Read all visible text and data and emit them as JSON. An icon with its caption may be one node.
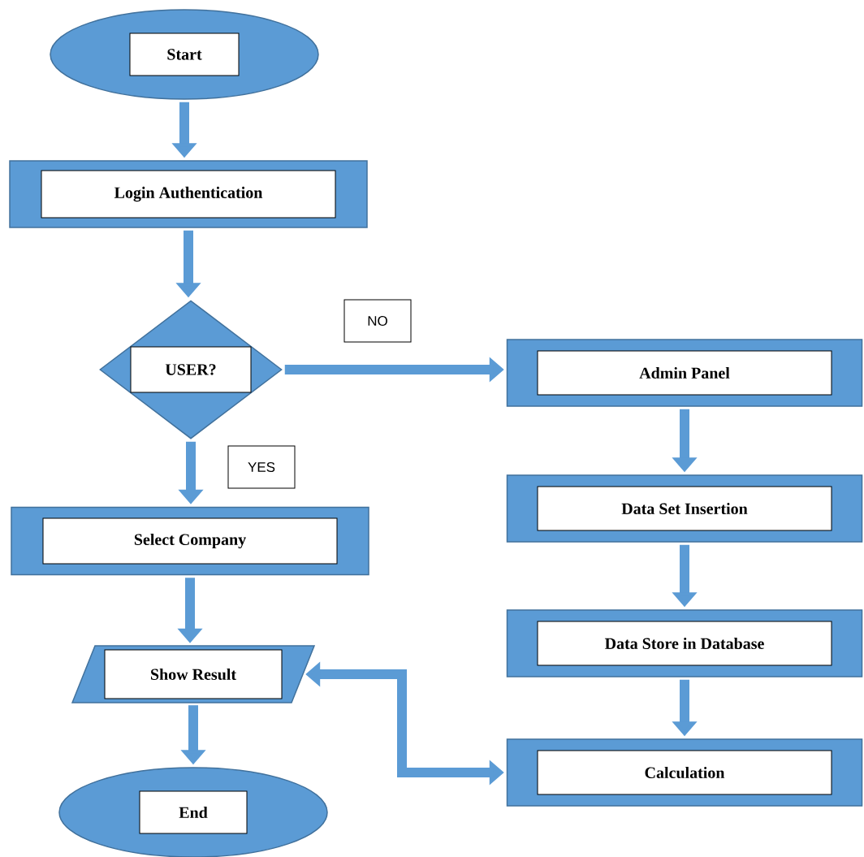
{
  "diagram": {
    "nodes": [
      {
        "text": [
          "Start"
        ]
      },
      {
        "text": [
          "Login Authentication"
        ]
      },
      {
        "text": [
          "USER?"
        ]
      },
      {
        "text": [
          "Admin Panel"
        ]
      },
      {
        "text": [
          "Select Company"
        ]
      },
      {
        "text": [
          "Data Set Insertion"
        ]
      },
      {
        "text": [
          "Show Result"
        ]
      },
      {
        "text": [
          "Data Store in Database"
        ]
      },
      {
        "text": [
          "Calculation"
        ]
      },
      {
        "text": [
          "End"
        ]
      }
    ],
    "edges": [
      {
        "from": 0,
        "to": 1,
        "arrow": "to"
      },
      {
        "from": 1,
        "to": 2,
        "arrow": "to"
      },
      {
        "from": 2,
        "to": 3,
        "arrow": "to",
        "label": "NO"
      },
      {
        "from": 2,
        "to": 4,
        "arrow": "to",
        "label": "YES"
      },
      {
        "from": 3,
        "to": 5,
        "arrow": "to"
      },
      {
        "from": 5,
        "to": 7,
        "arrow": "to"
      },
      {
        "from": 7,
        "to": 8,
        "arrow": "to"
      },
      {
        "from": 8,
        "to": 6,
        "arrow": "both"
      },
      {
        "from": 4,
        "to": 6,
        "arrow": "to"
      },
      {
        "from": 6,
        "to": 9,
        "arrow": "to"
      }
    ]
  }
}
